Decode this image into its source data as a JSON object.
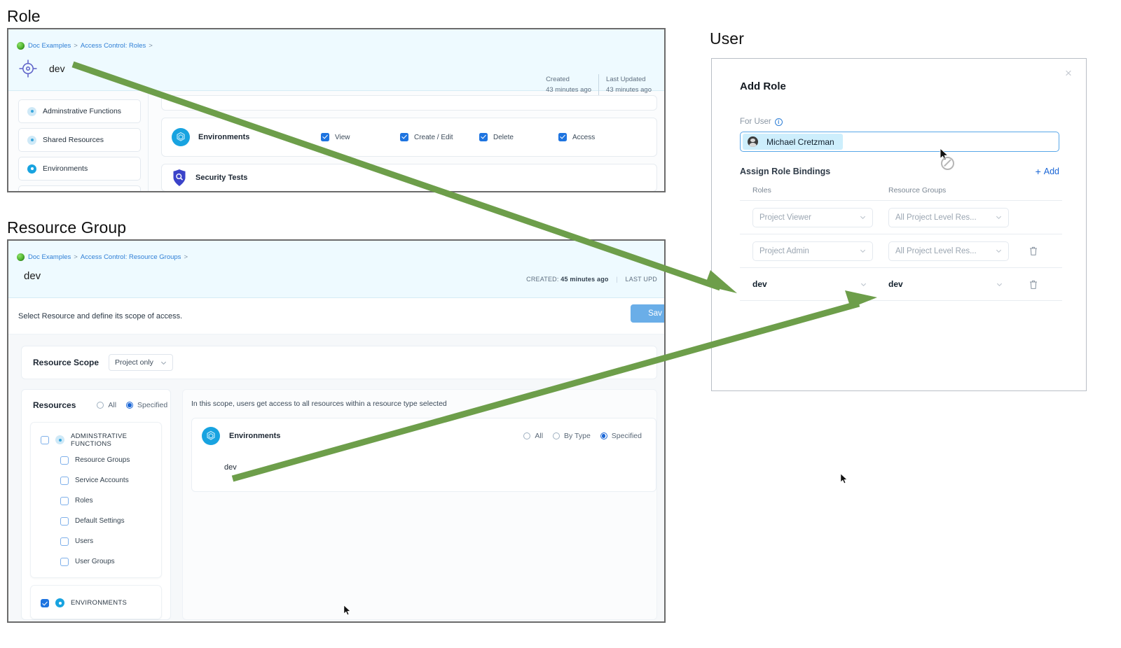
{
  "captions": {
    "role": "Role",
    "resource_group": "Resource Group",
    "user": "User"
  },
  "role_panel": {
    "breadcrumb": {
      "icon": "green-globe-icon",
      "items": [
        "Doc Examples",
        "Access Control: Roles"
      ],
      "separator": ">"
    },
    "title": "dev",
    "title_icon": "crosshair-target-icon",
    "meta": [
      {
        "label": "Created",
        "value": "43 minutes ago"
      },
      {
        "label": "Last Updated",
        "value": "43 minutes ago"
      }
    ],
    "categories": [
      {
        "label": "Adminstrative Functions",
        "icon": "ring-icon",
        "selected": false
      },
      {
        "label": "Shared Resources",
        "icon": "ring-icon",
        "selected": false
      },
      {
        "label": "Environments",
        "icon": "ring-icon",
        "selected": true
      }
    ],
    "permission_rows": [
      {
        "name": "Environments",
        "icon": "environments-hex-icon",
        "checks": [
          {
            "label": "View",
            "checked": true
          },
          {
            "label": "Create / Edit",
            "checked": true
          },
          {
            "label": "Delete",
            "checked": true
          },
          {
            "label": "Access",
            "checked": true
          }
        ]
      },
      {
        "name": "Security Tests",
        "icon": "security-shield-icon",
        "checks": []
      }
    ]
  },
  "resource_group_panel": {
    "breadcrumb": {
      "icon": "green-globe-icon",
      "items": [
        "Doc Examples",
        "Access Control: Resource Groups"
      ],
      "separator": ">"
    },
    "title": "dev",
    "meta": {
      "created_label": "CREATED:",
      "created_value": "45 minutes ago",
      "last_updated_label": "LAST UPD"
    },
    "subbar": {
      "hint": "Select Resource and define its scope of access.",
      "save_label": "Sav"
    },
    "scope": {
      "label": "Resource Scope",
      "value": "Project only"
    },
    "resources": {
      "label": "Resources",
      "options": [
        {
          "label": "All",
          "selected": false
        },
        {
          "label": "Specified",
          "selected": true
        }
      ],
      "groups": [
        {
          "label": "ADMINSTRATIVE FUNCTIONS",
          "checked": false,
          "icon": "ring-icon",
          "children": [
            {
              "label": "Resource Groups",
              "checked": false
            },
            {
              "label": "Service Accounts",
              "checked": false
            },
            {
              "label": "Roles",
              "checked": false
            },
            {
              "label": "Default Settings",
              "checked": false
            },
            {
              "label": "Users",
              "checked": false
            },
            {
              "label": "User Groups",
              "checked": false
            }
          ]
        },
        {
          "label": "ENVIRONMENTS",
          "checked": true,
          "icon": "ring-icon",
          "children": []
        }
      ]
    },
    "scope_detail": {
      "hint": "In this scope, users get access to all resources within a resource type selected",
      "card": {
        "name": "Environments",
        "icon": "environments-hex-icon",
        "options": [
          {
            "label": "All",
            "selected": false
          },
          {
            "label": "By Type",
            "selected": false
          },
          {
            "label": "Specified",
            "selected": true
          }
        ],
        "items": [
          "dev"
        ]
      }
    }
  },
  "user_dialog": {
    "title": "Add Role",
    "close_icon": "close-icon",
    "for_user_label": "For User",
    "info_icon": "info-icon",
    "info_glyph": "i",
    "selected_user": "Michael Cretzman",
    "bindings_title": "Assign Role Bindings",
    "add_label": "Add",
    "add_glyph": "+",
    "columns": {
      "roles": "Roles",
      "resource_groups": "Resource Groups"
    },
    "rows": [
      {
        "role": "Project Viewer",
        "group": "All Project Level Res...",
        "muted": true,
        "deletable": false
      },
      {
        "role": "Project Admin",
        "group": "All Project Level Res...",
        "muted": true,
        "deletable": true
      },
      {
        "role": "dev",
        "group": "dev",
        "muted": false,
        "deletable": true
      }
    ]
  },
  "annotations": {
    "arrow_color": "#6d9e4a",
    "arrows": [
      {
        "name": "role-to-binding-role",
        "from": [
          104,
          92
        ],
        "to": [
          1048,
          418
        ]
      },
      {
        "name": "resource-group-to-binding-group",
        "from": [
          332,
          684
        ],
        "to": [
          1250,
          424
        ]
      }
    ]
  },
  "colors": {
    "header_bg": "#eefaff",
    "accent_blue": "#1a66d6",
    "checkbox_blue": "#1e74e0",
    "icon_cyan": "#18a3e0",
    "panel_border": "#6b6b6b",
    "save_button": "#6aaee8",
    "chip_bg": "#cdeefc"
  }
}
